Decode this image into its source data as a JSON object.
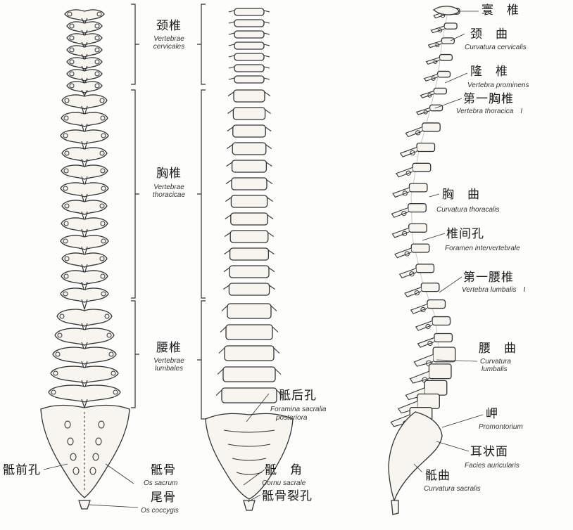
{
  "colors": {
    "background": "#fdfdfb",
    "line": "#333333",
    "bone_fill": "#f7f5ef"
  },
  "posterior_view": {
    "sacral_foramina_anterior": {
      "zh": "骶前孔"
    },
    "sacrum": {
      "zh": "骶骨",
      "la": "Os sacrum"
    },
    "coccyx": {
      "zh": "尾骨",
      "la": "Os coccygis"
    }
  },
  "region_brackets": {
    "cervical": {
      "zh": "颈椎",
      "la1": "Vertebrae",
      "la2": "cervicales"
    },
    "thoracic": {
      "zh": "胸椎",
      "la1": "Vertebrae",
      "la2": "thoracicae"
    },
    "lumbar": {
      "zh": "腰椎",
      "la1": "Vertebrae",
      "la2": "lumbales"
    }
  },
  "anterior_view": {
    "posterior_sacral_foramina": {
      "zh": "骶后孔",
      "la1": "Foramina sacralia",
      "la2": "posteriora"
    },
    "sacral_cornu": {
      "zh": "骶　角",
      "la": "Cornu sacrale"
    },
    "sacral_hiatus": {
      "zh": "骶骨裂孔"
    }
  },
  "lateral_view": {
    "atlas": {
      "zh": "寰　椎"
    },
    "cervical_curvature": {
      "zh": "颈　曲",
      "la": "Curvatura cervicalis"
    },
    "vertebra_prominens": {
      "zh": "隆　椎",
      "la": "Vertebra prominens"
    },
    "first_thoracic": {
      "zh": "第一胸椎",
      "la": "Vertebra thoracica　I"
    },
    "thoracic_curvature": {
      "zh": "胸　曲",
      "la": "Curvatura thoracalis"
    },
    "intervertebral_foramen": {
      "zh": "椎间孔",
      "la": "Foramen intervertebrale"
    },
    "first_lumbar": {
      "zh": "第一腰椎",
      "la": "Vertebra lumbalis　I"
    },
    "lumbar_curvature": {
      "zh": "腰　曲",
      "la1": "Curvatura",
      "la2": "lumbalis"
    },
    "promontory": {
      "zh": "岬",
      "la": "Promontorium"
    },
    "auricular_surface": {
      "zh": "耳状面",
      "la": "Facies auricularis"
    },
    "sacral_curvature": {
      "zh": "骶曲",
      "la": "Curvatura sacralis"
    }
  }
}
